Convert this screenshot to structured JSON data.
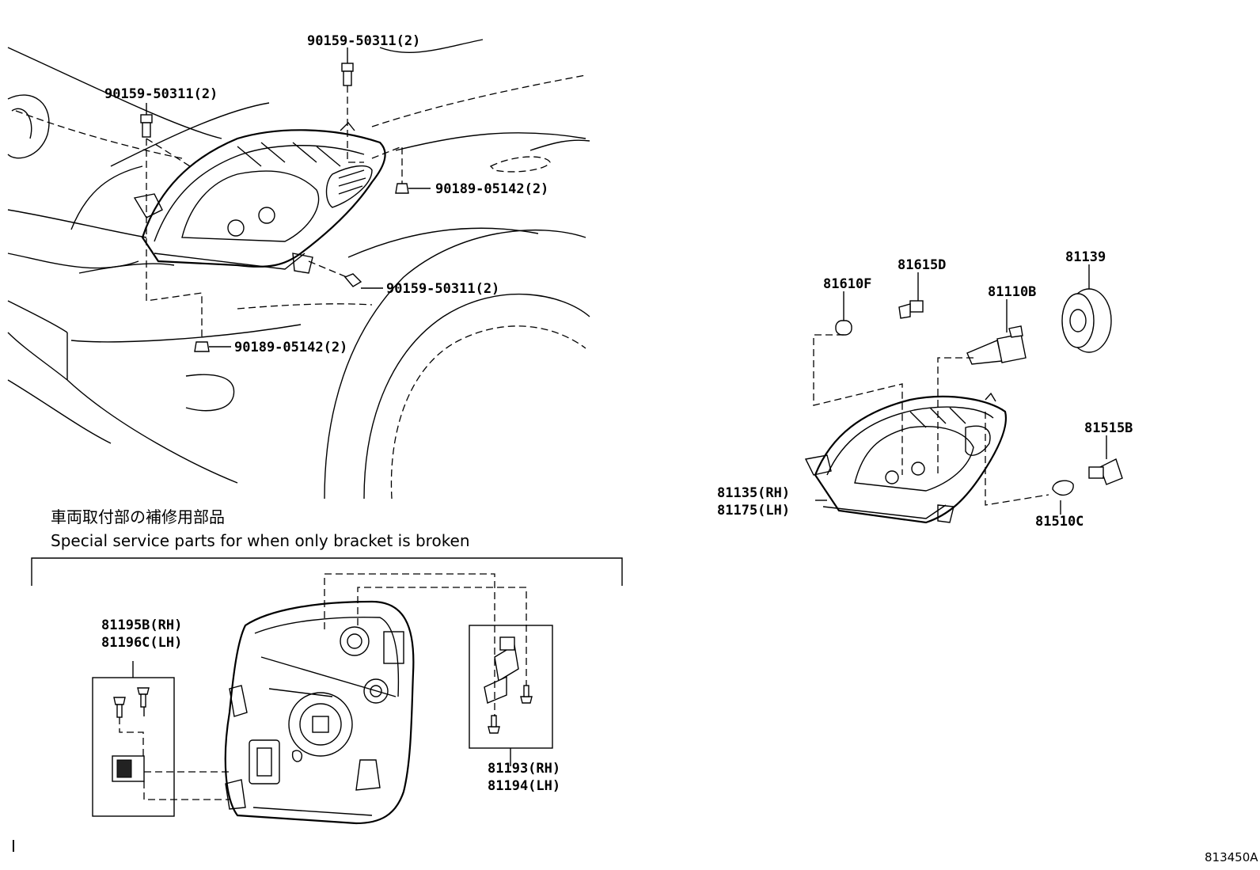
{
  "diagram": {
    "callouts": {
      "bolt_top": "90159-50311(2)",
      "bolt_left": "90159-50311(2)",
      "clip_right": "90189-05142(2)",
      "bolt_lower": "90159-50311(2)",
      "clip_lower": "90189-05142(2)",
      "bulb_small": "81610F",
      "socket_small": "81615D",
      "bulb_headlamp": "81110B",
      "cover": "81139",
      "socket_turn": "81515B",
      "unit_rh": "81135(RH)",
      "unit_lh": "81175(LH)",
      "bulb_turn": "81510C",
      "bracket_a_rh": "81195B(RH)",
      "bracket_a_lh": "81196C(LH)",
      "bracket_b_rh": "81193(RH)",
      "bracket_b_lh": "81194(LH)"
    },
    "note_jp": "車両取付部の補修用部品",
    "note_en": "Special service parts for when only bracket is broken",
    "footer_left": "I",
    "figure_id": "813450A"
  }
}
